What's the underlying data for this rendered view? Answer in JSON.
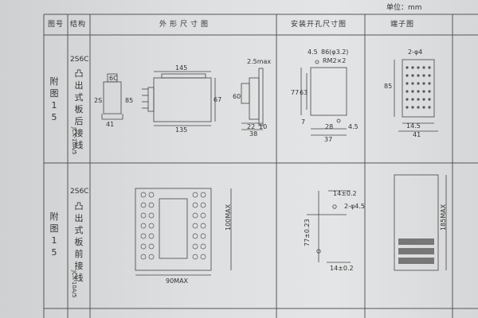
{
  "unit": "单位：mm",
  "headers": {
    "fig_no": "图号",
    "structure": "结构",
    "outline": "外形尺寸图",
    "mounting": "安装开孔尺寸图",
    "terminal": "端子图"
  },
  "row1": {
    "fig_no": "附图15",
    "type": "2S6C",
    "structure": "凸出式板后接线",
    "model": "JCX-10A/5",
    "dims": {
      "d6c": "6C",
      "d25": "2S",
      "d85": "85",
      "d41": "41",
      "d145": "145",
      "d67": "67",
      "d135": "135",
      "d25max": "2.5max",
      "d60": "60",
      "d22": "22",
      "d10": "10",
      "d38": "38"
    },
    "mount": {
      "d45a": "4.5",
      "d86": "86(φ3.2)",
      "rm": "RM2×2",
      "d77": "77",
      "d63": "63",
      "d7": "7",
      "d28": "28",
      "d45b": "4.5",
      "d37": "37"
    },
    "terminal": {
      "d2phi4": "2-φ4",
      "d85": "85",
      "d145": "14.5",
      "d41": "41"
    }
  },
  "row2": {
    "fig_no": "附图15",
    "type": "2S6C",
    "structure": "凸出式板前接线",
    "model": "JCX-10A/5",
    "dims": {
      "d100max": "100MAX",
      "d90max": "90MAX"
    },
    "mount": {
      "d14a": "14±0.2",
      "d2phi45": "2-φ4.5",
      "d77": "77±0.23",
      "d14b": "14±0.2"
    },
    "terminal": {
      "d185max": "185MAX"
    }
  }
}
